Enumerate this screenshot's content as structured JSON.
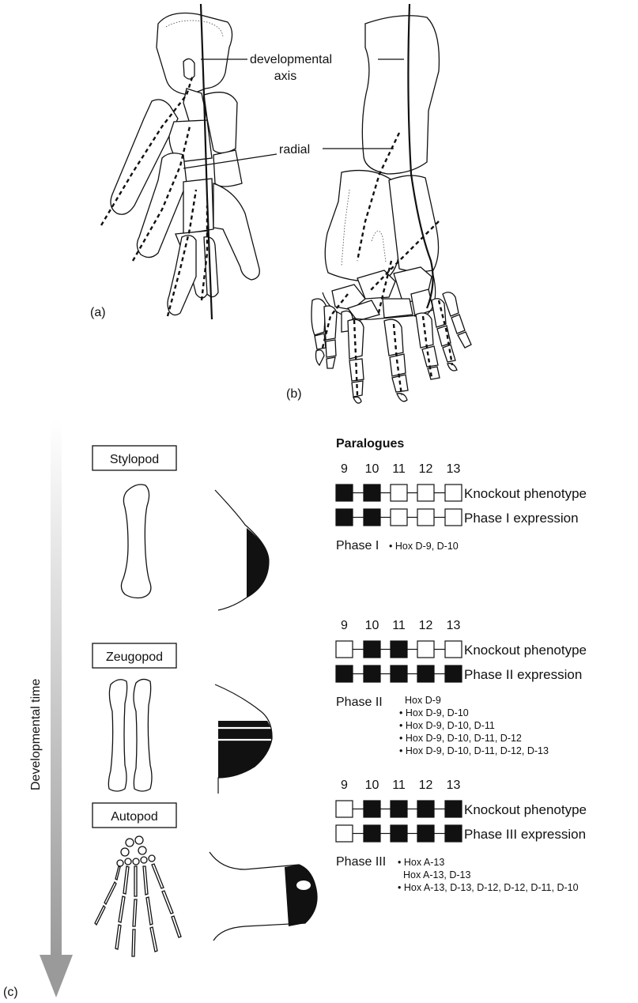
{
  "labels": {
    "developmental_axis_1": "developmental",
    "developmental_axis_2": "axis",
    "radial": "radial",
    "panel_a": "(a)",
    "panel_b": "(b)",
    "panel_c": "(c)",
    "developmental_time": "Developmental time",
    "paralogues": "Paralogues"
  },
  "numbers": [
    "9",
    "10",
    "11",
    "12",
    "13"
  ],
  "sections": [
    {
      "name": "Stylopod",
      "knockout_label": "Knockout phenotype",
      "knockout": [
        true,
        true,
        false,
        false,
        false
      ],
      "expression_label": "Phase I expression",
      "expression": [
        true,
        true,
        false,
        false,
        false
      ],
      "phase": "Phase I",
      "genes": [
        {
          "bullet": true,
          "text": "Hox D-9, D-10"
        }
      ]
    },
    {
      "name": "Zeugopod",
      "knockout_label": "Knockout phenotype",
      "knockout": [
        false,
        true,
        true,
        false,
        false
      ],
      "expression_label": "Phase II expression",
      "expression": [
        true,
        true,
        true,
        true,
        true
      ],
      "phase": "Phase II",
      "genes": [
        {
          "bullet": false,
          "text": "Hox D-9"
        },
        {
          "bullet": true,
          "text": "Hox D-9, D-10"
        },
        {
          "bullet": true,
          "text": "Hox D-9, D-10, D-11"
        },
        {
          "bullet": true,
          "text": "Hox D-9, D-10, D-11, D-12"
        },
        {
          "bullet": true,
          "text": "Hox D-9, D-10, D-11, D-12, D-13"
        }
      ]
    },
    {
      "name": "Autopod",
      "knockout_label": "Knockout phenotype",
      "knockout": [
        false,
        true,
        true,
        true,
        true
      ],
      "expression_label": "Phase III expression",
      "expression": [
        false,
        true,
        true,
        true,
        true
      ],
      "phase": "Phase III",
      "genes": [
        {
          "bullet": true,
          "text": "Hox A-13"
        },
        {
          "bullet": false,
          "text": "Hox A-13, D-13"
        },
        {
          "bullet": true,
          "text": "Hox A-13, D-13, D-12, D-12, D-11, D-10"
        }
      ]
    }
  ]
}
